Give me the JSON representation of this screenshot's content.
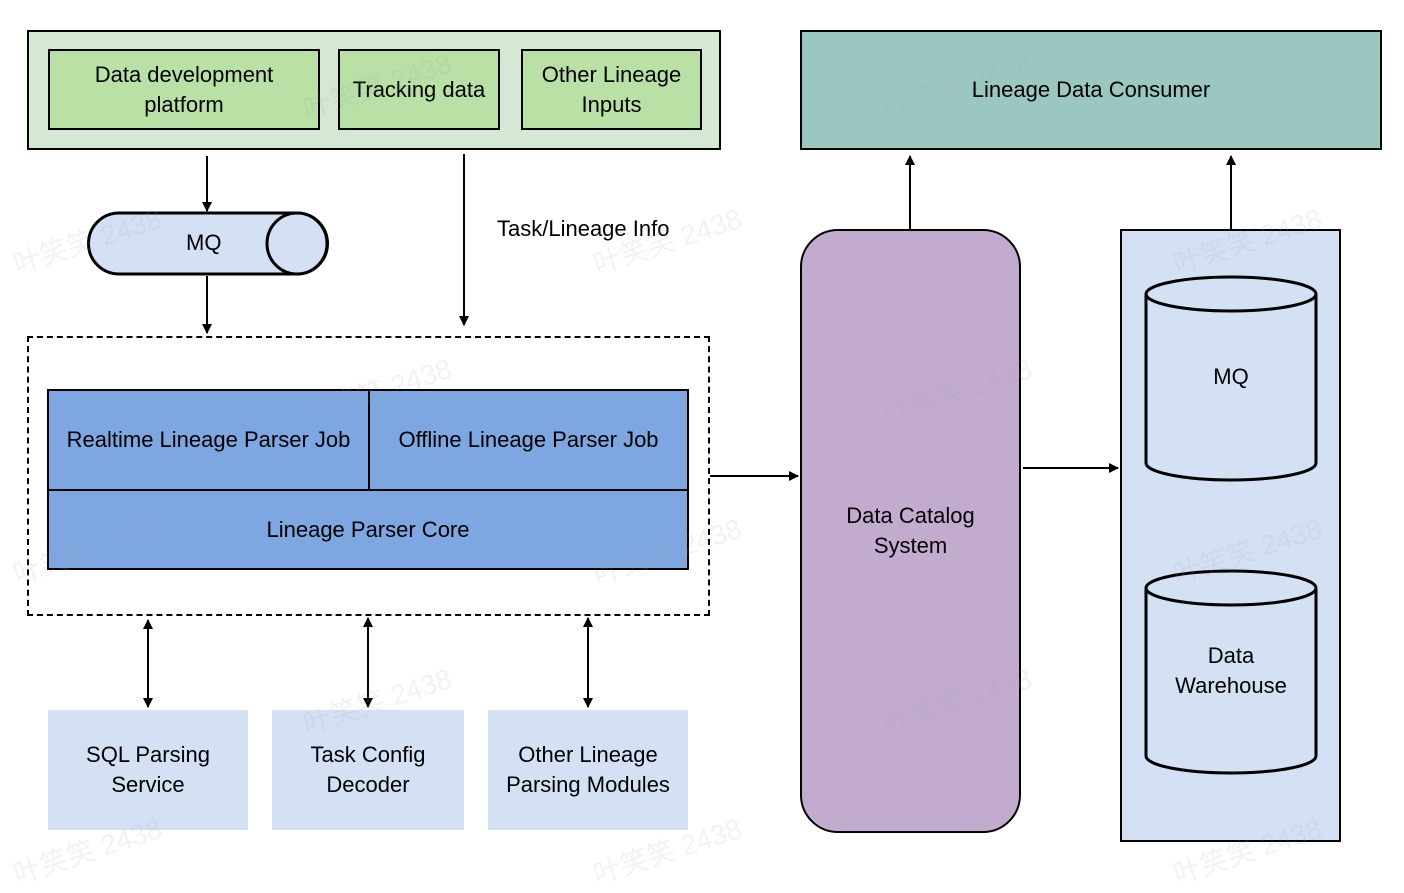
{
  "inputs": {
    "data_dev_platform": "Data development platform",
    "tracking_data": "Tracking data",
    "other_lineage_inputs": "Other Lineage Inputs"
  },
  "mq_top": "MQ",
  "task_lineage_info": "Task/Lineage Info",
  "parser": {
    "realtime_job": "Realtime Lineage Parser Job",
    "offline_job": "Offline Lineage Parser Job",
    "core": "Lineage Parser Core"
  },
  "modules": {
    "sql_parsing": "SQL Parsing Service",
    "task_config": "Task Config Decoder",
    "other_parsing": "Other Lineage Parsing Modules"
  },
  "catalog": "Data Catalog System",
  "consumer": "Lineage Data Consumer",
  "storage": {
    "mq": "MQ",
    "warehouse": "Data Warehouse"
  },
  "watermark": "叶笑笑 2438"
}
